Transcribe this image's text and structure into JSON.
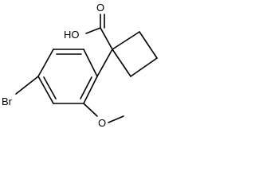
{
  "molecule": {
    "atoms": {
      "carboxyl_oxygen": "O",
      "hydroxyl": "HO",
      "methoxy_oxygen": "O",
      "bromine": "Br"
    },
    "colors": {
      "bond": "#000000",
      "label": "#000000",
      "background": "#ffffff"
    }
  }
}
